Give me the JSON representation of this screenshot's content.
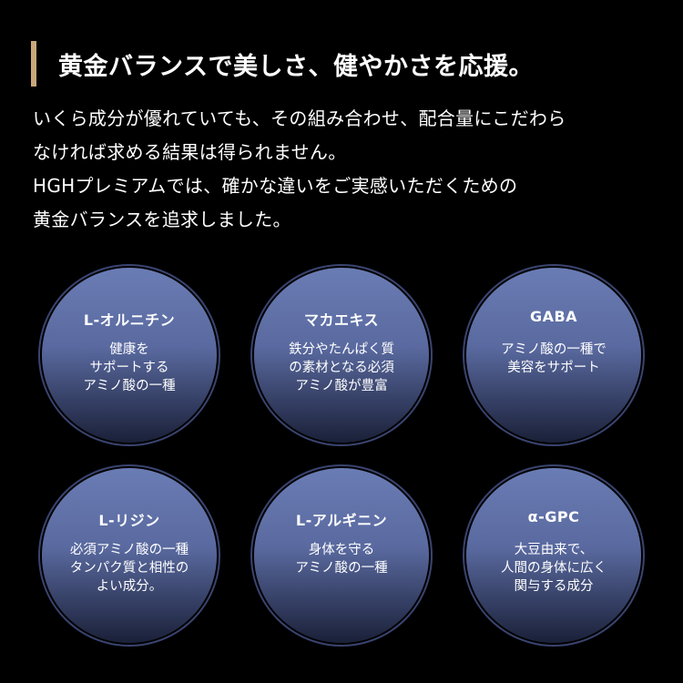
{
  "heading": "黄金バランスで美しさ、健やかさを応援。",
  "intro": [
    "いくら成分が優れていても、その組み合わせ、配合量にこだわら",
    "なければ求める結果は得られません。",
    "HGHプレミアムでは、確かな違いをご実感いただくための",
    "黄金バランスを追求しました。"
  ],
  "ingredients": [
    {
      "title": "L-オルニチン",
      "lines": [
        "健康を",
        "サポートする",
        "アミノ酸の一種"
      ]
    },
    {
      "title": "マカエキス",
      "lines": [
        "鉄分やたんぱく質",
        "の素材となる必須",
        "アミノ酸が豊富"
      ]
    },
    {
      "title": "GABA",
      "lines": [
        "アミノ酸の一種で",
        "美容をサポート"
      ]
    },
    {
      "title": "L-リジン",
      "lines": [
        "必須アミノ酸の一種",
        "タンパク質と相性の",
        "よい成分。"
      ]
    },
    {
      "title": "L-アルギニン",
      "lines": [
        "身体を守る",
        "アミノ酸の一種"
      ]
    },
    {
      "title": "α-GPC",
      "lines": [
        "大豆由来で、",
        "人間の身体に広く",
        "関与する成分"
      ]
    }
  ]
}
